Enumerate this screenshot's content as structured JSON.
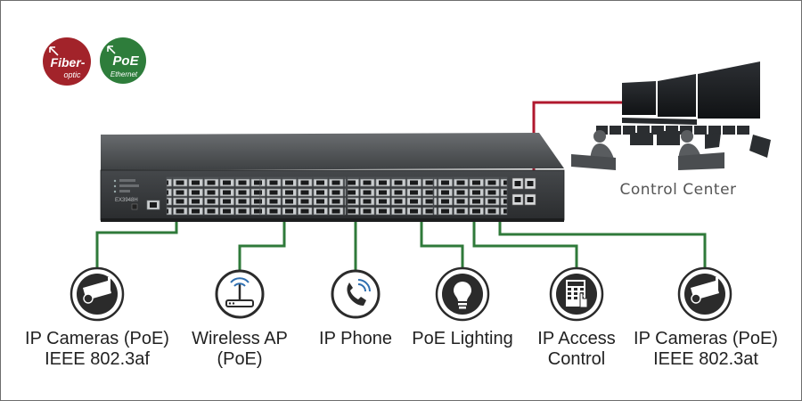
{
  "badges": {
    "fiber": {
      "line1": "Fiber-",
      "line2": "optic",
      "color": "#a2232a"
    },
    "poe": {
      "line1": "PoE",
      "line2": "Ethernet",
      "color": "#2e7d3b"
    }
  },
  "switch_model": "EX3948H",
  "control_center": {
    "label": "Control Center",
    "link_color": "#b0182e"
  },
  "device_link_color": "#2f7a3a",
  "devices": [
    {
      "icon": "camera-icon",
      "line1": "IP Cameras (PoE)",
      "line2": "IEEE 802.3af"
    },
    {
      "icon": "wireless-router-icon",
      "line1": "Wireless AP",
      "line2": "(PoE)"
    },
    {
      "icon": "phone-icon",
      "line1": "IP Phone",
      "line2": ""
    },
    {
      "icon": "light-bulb-icon",
      "line1": "PoE Lighting",
      "line2": ""
    },
    {
      "icon": "access-keypad-icon",
      "line1": "IP Access",
      "line2": "Control"
    },
    {
      "icon": "camera-icon",
      "line1": "IP Cameras (PoE)",
      "line2": "IEEE 802.3at"
    }
  ]
}
